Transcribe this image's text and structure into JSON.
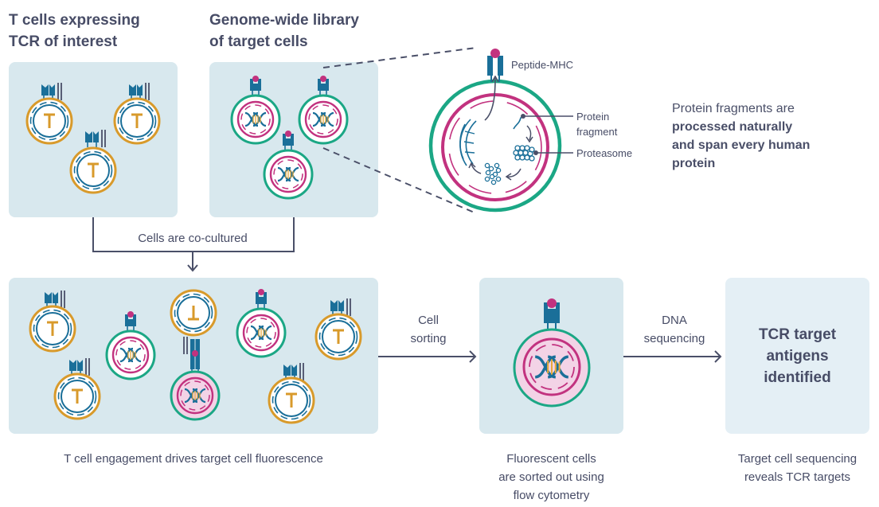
{
  "headings": {
    "t_cells": [
      "T cells expressing",
      "TCR of interest"
    ],
    "library": [
      "Genome-wide library",
      "of target cells"
    ]
  },
  "zoom_callouts": {
    "peptide_mhc": "Peptide-MHC",
    "protein_fragment": [
      "Protein",
      "fragment"
    ],
    "proteasome": "Proteasome"
  },
  "description": {
    "line1": "Protein fragments are",
    "bold_lines": [
      "processed naturally",
      "and span every human",
      "protein"
    ]
  },
  "flow": {
    "coculture": "Cells are co-cultured",
    "cell_sorting": [
      "Cell",
      "sorting"
    ],
    "dna_sequencing": [
      "DNA",
      "sequencing"
    ]
  },
  "result": [
    "TCR target",
    "antigens",
    "identified"
  ],
  "captions": {
    "engagement": "T cell engagement drives target cell fluorescence",
    "sorting": [
      "Fluorescent cells",
      "are sorted out using",
      "flow cytometry"
    ],
    "sequencing": [
      "Target cell sequencing",
      "reveals TCR targets"
    ]
  },
  "colors": {
    "panel_bg": "#d8e8ee",
    "t_cell_membrane": "#d89a2b",
    "t_cell_nucleus": "#1a6f99",
    "target_membrane": "#1ba785",
    "target_nucleus": "#c2327f",
    "receptor": "#1a6f99",
    "peptide": "#c2327f",
    "fluorescent_fill": "#f3d3e6",
    "text": "#474c66"
  },
  "cells": {
    "t_cell_marker": "T"
  }
}
